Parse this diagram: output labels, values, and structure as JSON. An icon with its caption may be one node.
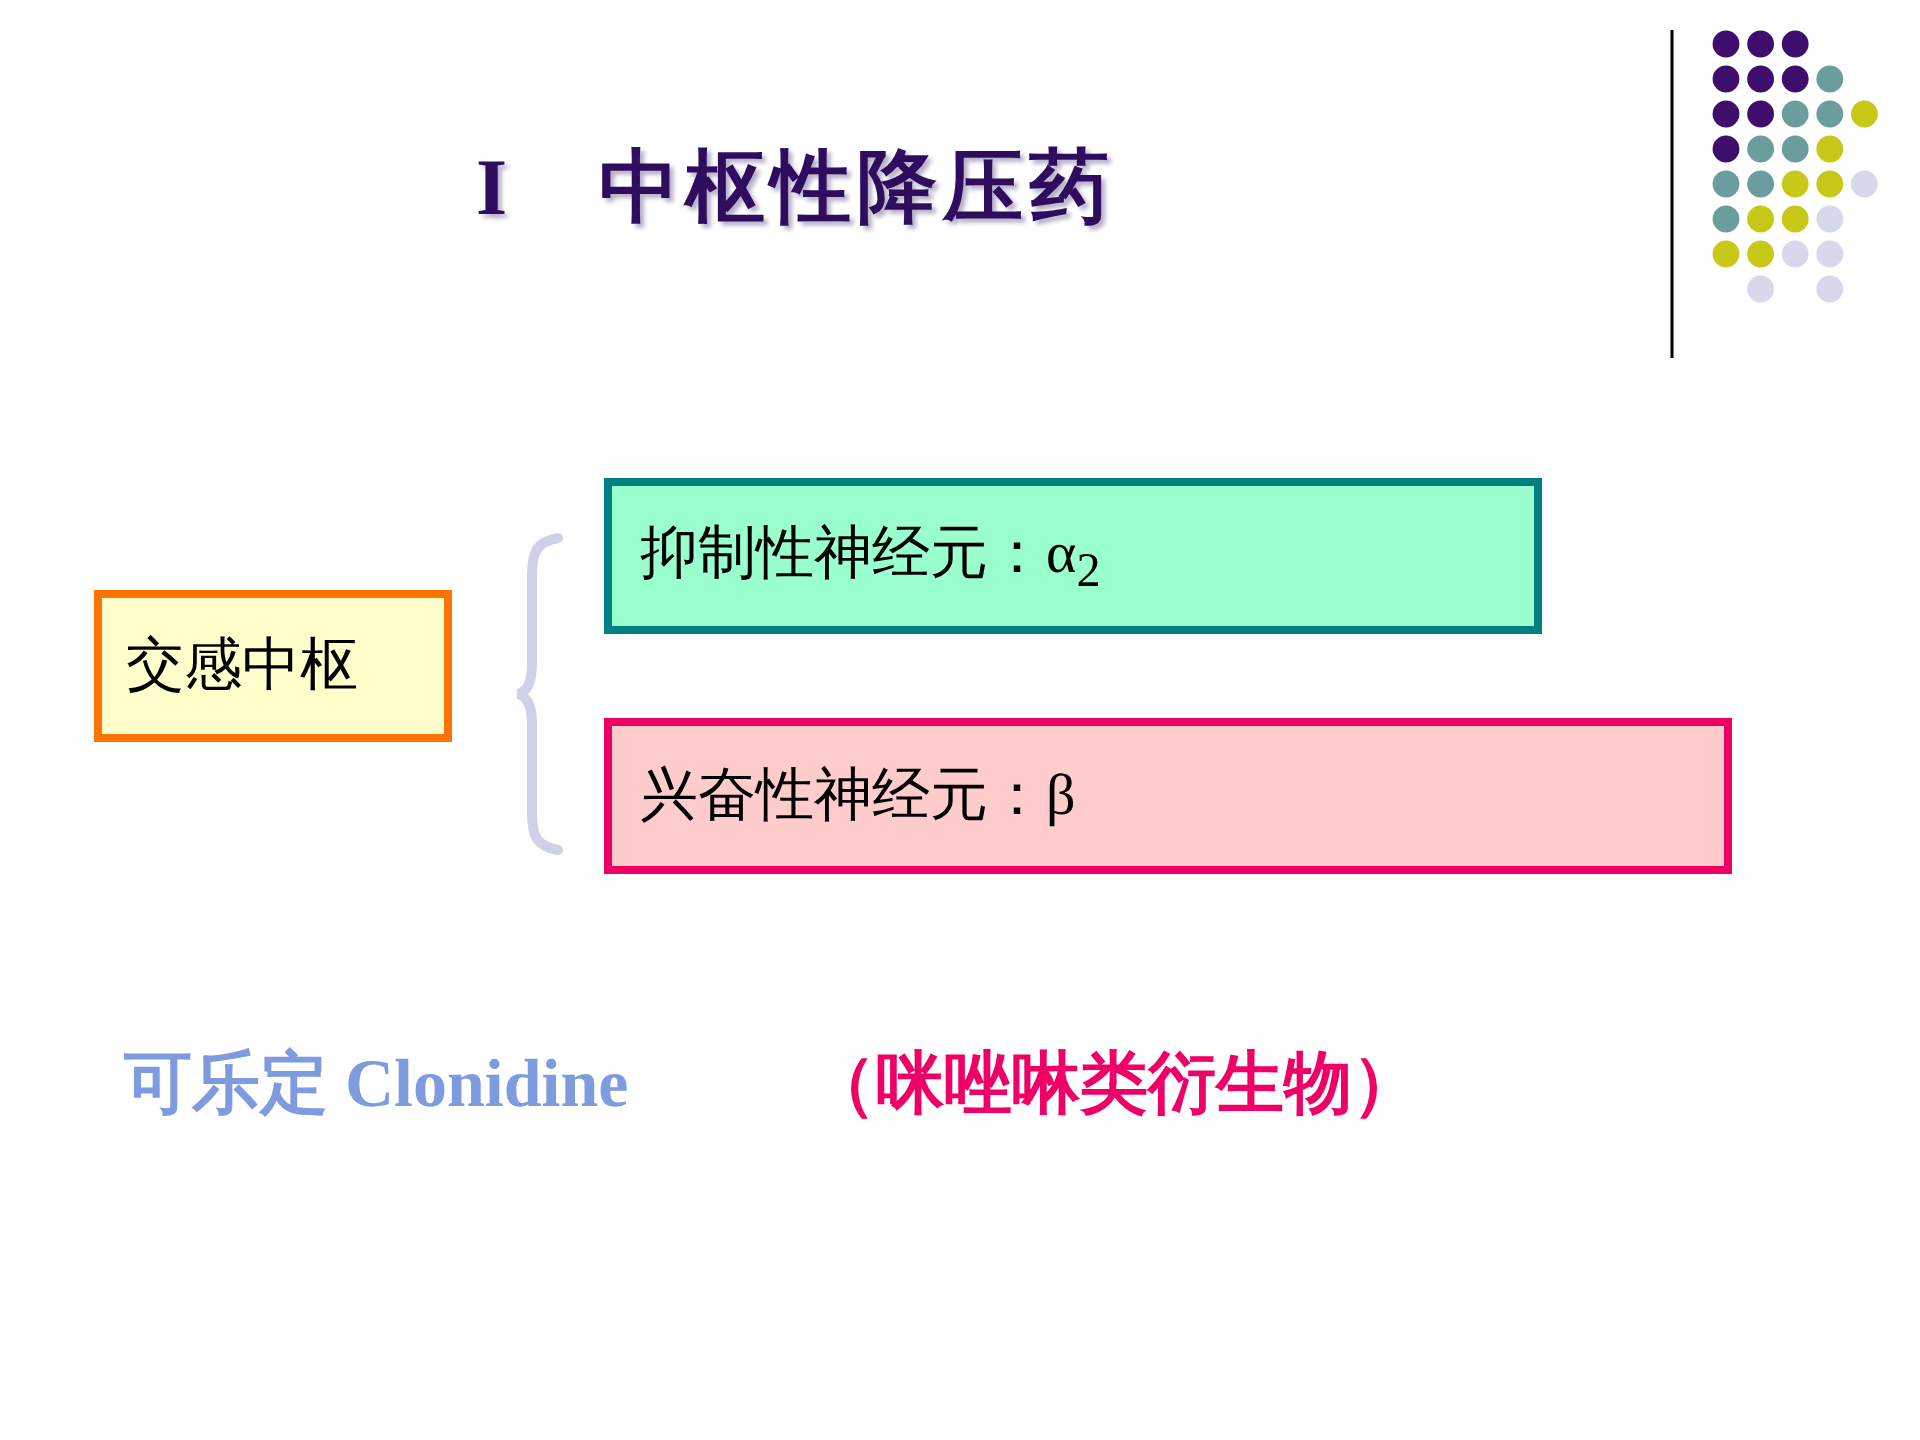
{
  "diagram": {
    "title": "I　中枢性降压药",
    "nodes": [
      {
        "text": [
          "交感中枢"
        ]
      },
      {
        "text": [
          "抑制性神经元：α$_{2}$"
        ]
      },
      {
        "text": [
          "兴奋性神经元：β"
        ]
      }
    ],
    "labels": [
      "可乐定 Clonidine",
      "（咪唑啉类衍生物）"
    ]
  }
}
